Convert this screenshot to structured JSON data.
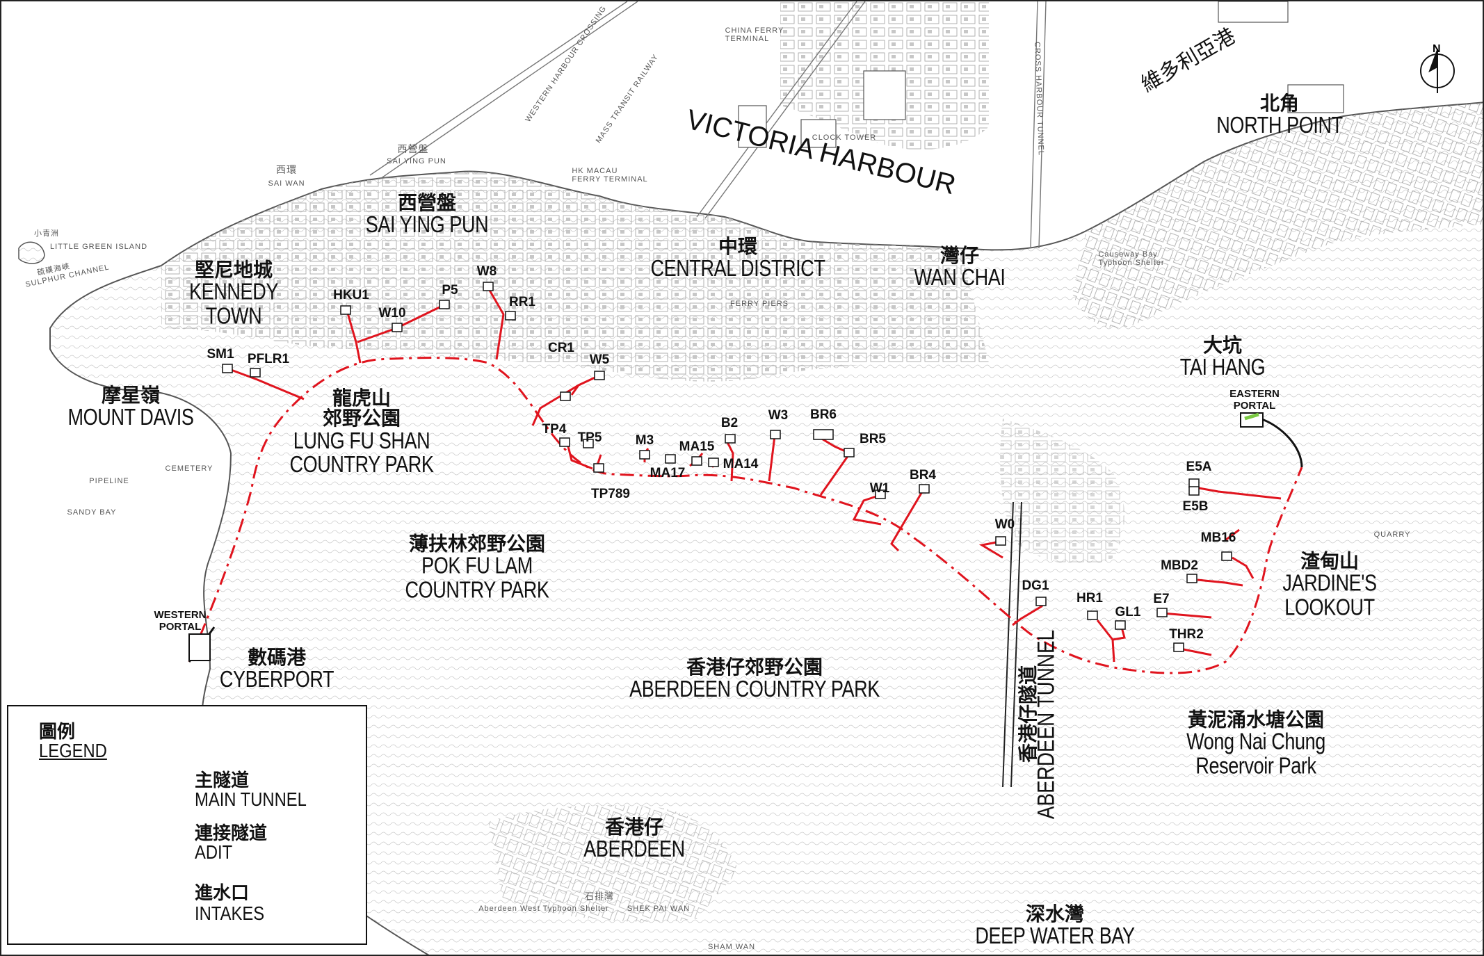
{
  "harbour": {
    "name_en": "VICTORIA HARBOUR",
    "name_zh": "維多利亞港"
  },
  "north": "N",
  "districts": [
    {
      "id": "sai-ying-pun",
      "zh": "西營盤",
      "en": "SAI YING PUN"
    },
    {
      "id": "kennedy-town",
      "zh": "堅尼地城",
      "en": "KENNEDY TOWN"
    },
    {
      "id": "central",
      "zh": "中環",
      "en": "CENTRAL DISTRICT"
    },
    {
      "id": "wan-chai",
      "zh": "灣仔",
      "en": "WAN CHAI"
    },
    {
      "id": "north-point",
      "zh": "北角",
      "en": "NORTH POINT"
    },
    {
      "id": "tai-hang",
      "zh": "大坑",
      "en": "TAI HANG"
    },
    {
      "id": "mount-davis",
      "zh": "摩星嶺",
      "en": "MOUNT DAVIS"
    },
    {
      "id": "lung-fu-shan",
      "zh": "龍虎山\n郊野公園",
      "en": "LUNG FU SHAN\nCOUNTRY PARK"
    },
    {
      "id": "pok-fu-lam",
      "zh": "薄扶林郊野公園",
      "en": "POK FU LAM\nCOUNTRY PARK"
    },
    {
      "id": "cyberport",
      "zh": "數碼港",
      "en": "CYBERPORT"
    },
    {
      "id": "aberdeen-cp",
      "zh": "香港仔郊野公園",
      "en": "ABERDEEN COUNTRY PARK"
    },
    {
      "id": "aberdeen",
      "zh": "香港仔",
      "en": "ABERDEEN"
    },
    {
      "id": "deep-water-bay",
      "zh": "深水灣",
      "en": "DEEP WATER BAY"
    },
    {
      "id": "jardines-lookout",
      "zh": "渣甸山",
      "en": "JARDINE'S\nLOOKOUT"
    },
    {
      "id": "wong-nai-chung",
      "zh": "黃泥涌水塘公園",
      "en": "Wong Nai Chung\nReservoir Park"
    }
  ],
  "aberdeen_tunnel": {
    "zh": "香港仔隧道",
    "en": "ABERDEEN TUNNEL"
  },
  "portals": {
    "western": "WESTERN\nPORTAL",
    "eastern": "EASTERN\nPORTAL"
  },
  "intakes": [
    "HKU1",
    "W10",
    "P5",
    "W8",
    "RR1",
    "SM1",
    "PFLR1",
    "CR1",
    "W5",
    "TP4",
    "TP5",
    "TP789",
    "M3",
    "MA17",
    "MA15",
    "MA14",
    "B2",
    "W3",
    "BR6",
    "BR5",
    "W1",
    "BR4",
    "W0",
    "DG1",
    "HR1",
    "GL1",
    "E7",
    "THR2",
    "MBD2",
    "MB16",
    "E5A",
    "E5B"
  ],
  "small_labels": {
    "little_green_island_zh": "小青洲",
    "little_green_island": "LITTLE GREEN ISLAND",
    "sulphur_channel_zh": "硫磺海峽",
    "sulphur_channel": "SULPHUR CHANNEL",
    "sai_wan_zh": "西環",
    "sai_wan": "SAI WAN",
    "sai_ying_pun_small_zh": "西營盤",
    "sai_ying_pun_small": "SAI YING PUN",
    "causeway_bay": "Causeway Bay\nTyphoon Shelter",
    "ferry_piers": "FERRY PIERS",
    "clock_tower": "CLOCK TOWER",
    "china_ferry": "CHINA FERRY\nTERMINAL",
    "macau_ferry": "HK MACAU\nFERRY TERMINAL",
    "pipeline": "PIPELINE",
    "cemetery": "CEMETERY",
    "sandy_bay": "SANDY BAY",
    "aberdeen_typhoon": "Aberdeen West Typhoon Shelter",
    "shek_pai_wan_zh": "石排灣",
    "shek_pai_wan": "SHEK PAI WAN",
    "sham_wan": "SHAM WAN",
    "quarry": "QUARRY",
    "cross_harbour": "CROSS HARBOUR TUNNEL",
    "western_harbour": "WESTERN HARBOUR CROSSING",
    "mass_transit": "MASS TRANSIT RAILWAY"
  },
  "legend": {
    "title_zh": "圖例",
    "title_en": "LEGEND",
    "items": [
      {
        "zh": "主隧道",
        "en": "MAIN TUNNEL"
      },
      {
        "zh": "連接隧道",
        "en": "ADIT"
      },
      {
        "zh": "進水口",
        "en": "INTAKES"
      }
    ]
  },
  "colors": {
    "tunnel": "#e0141e",
    "adit": "#e0141e",
    "linework": "#9a9a9a",
    "text": "#111111",
    "intake_fill": "#7ac943"
  }
}
